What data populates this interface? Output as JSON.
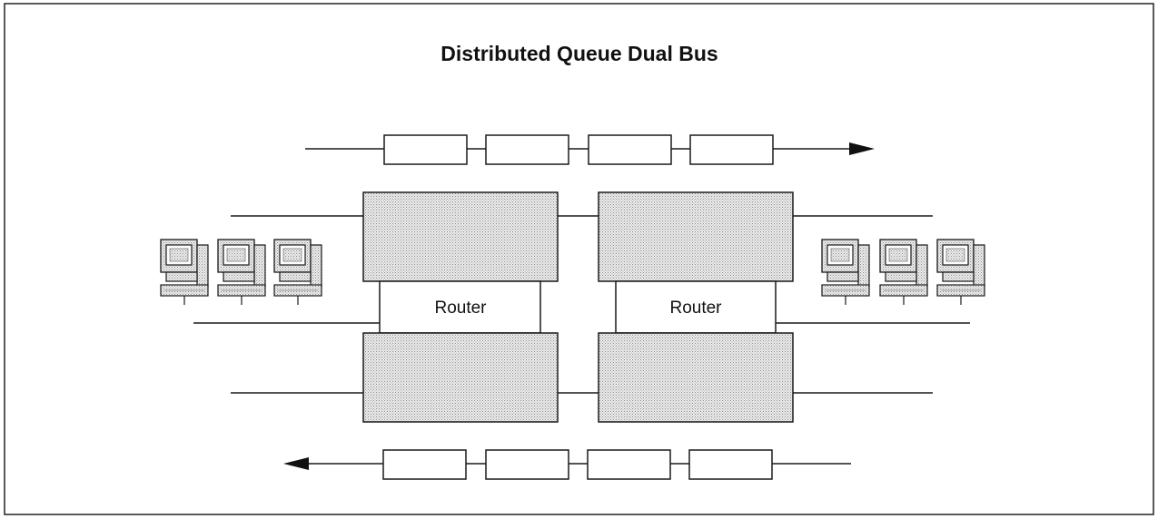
{
  "diagram": {
    "title": "Distributed Queue Dual Bus",
    "routers": [
      {
        "label": "Router"
      },
      {
        "label": "Router"
      }
    ],
    "top_bus": {
      "direction": "right",
      "cell_count": 4
    },
    "bottom_bus": {
      "direction": "left",
      "cell_count": 4
    },
    "workstation_groups": [
      {
        "side": "left",
        "count": 3,
        "icon": "computer-workstation-icon"
      },
      {
        "side": "right",
        "count": 3,
        "icon": "computer-workstation-icon"
      }
    ]
  }
}
